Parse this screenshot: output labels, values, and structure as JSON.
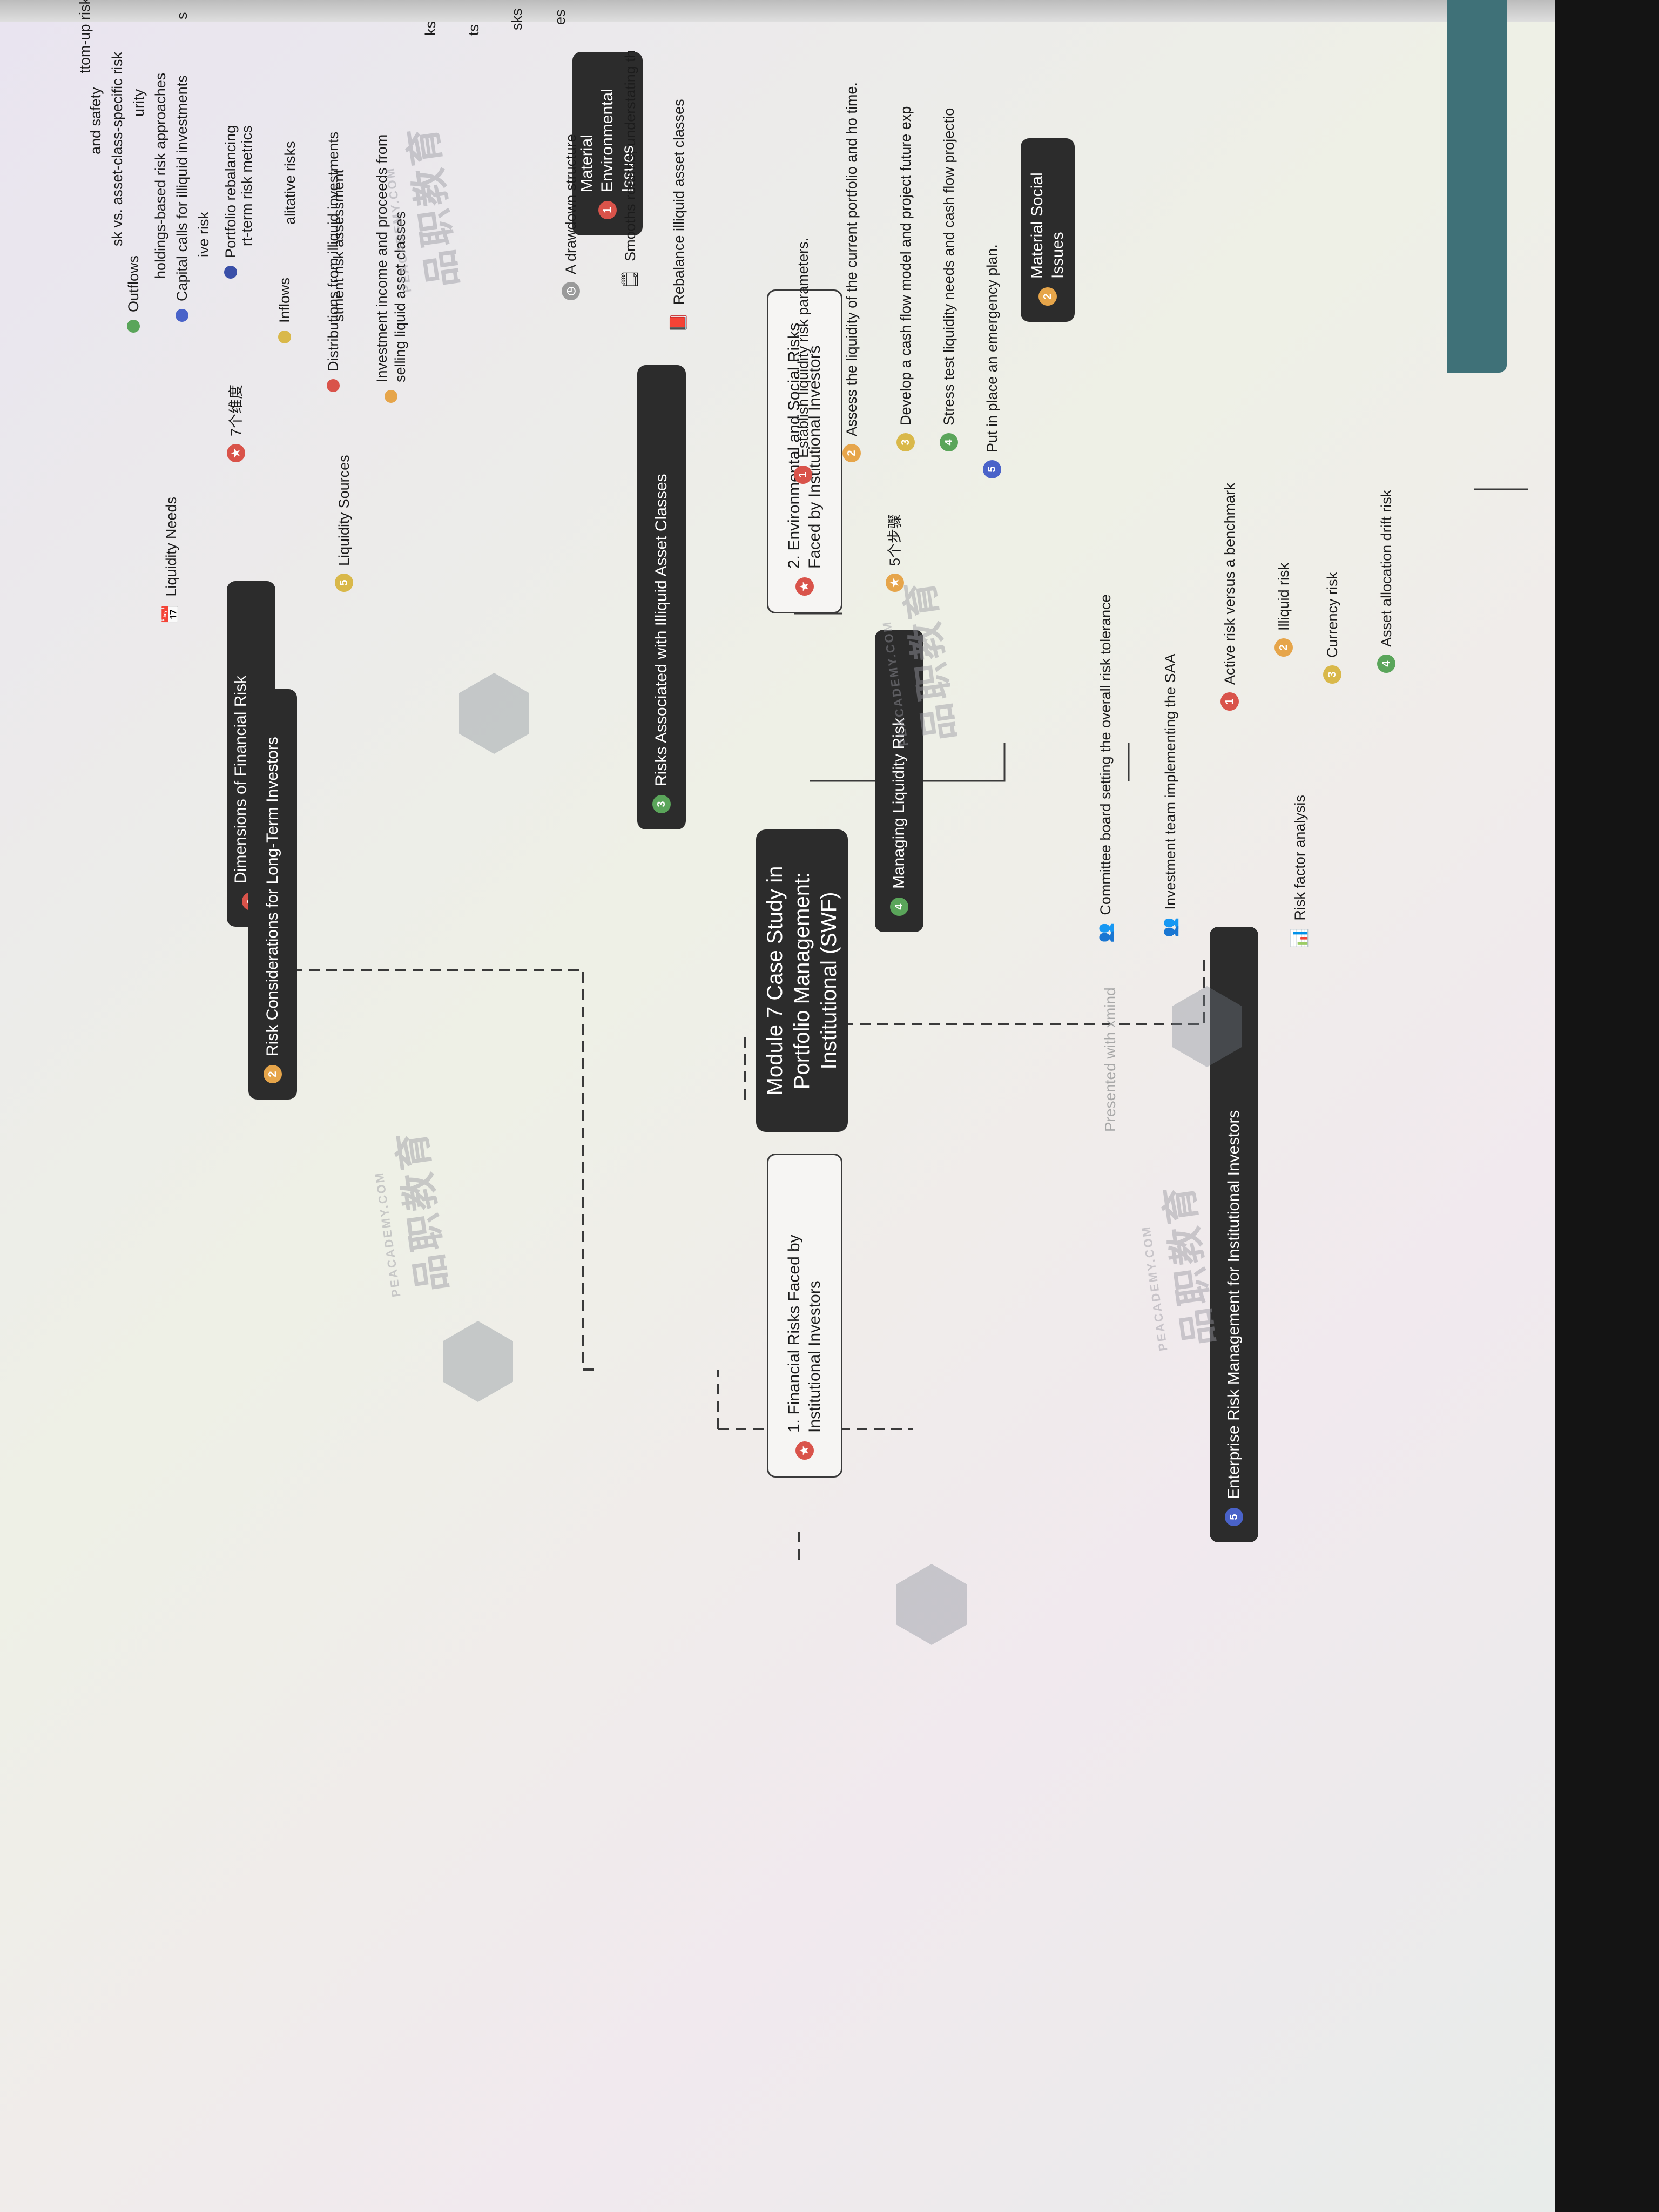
{
  "central": "Module 7 Case Study in Portfolio Management: Institutional (SWF)",
  "left_branch_items": [
    "ttom-up risk analysis",
    "sk vs. asset-class-specific risk",
    "holdings-based risk approaches",
    "ive risk",
    "rt-term risk metrics",
    "alitative risks",
    "stment risk assessment",
    "ks",
    "ts",
    "sks",
    "es",
    "and safety",
    "urity",
    "s"
  ],
  "env_social": {
    "title": "2. Environmental and Social Risks Faced by Institutional Investors",
    "children": [
      {
        "num": "1",
        "label": "Material Environmental Issues"
      },
      {
        "num": "2",
        "label": "Material Social Issues"
      }
    ]
  },
  "financial": {
    "title": "1. Financial Risks Faced by Institutional Investors",
    "dimensions": {
      "num": "1",
      "label": "Dimensions of Financial Risk Management",
      "sub": "7个维度"
    },
    "long_term": {
      "num": "2",
      "label": "Risk Considerations for Long-Term Investors",
      "needs": {
        "label": "Liquidity Needs",
        "outflows": "Outflows",
        "items": [
          "Capital calls for illiquid investments",
          "Portfolio rebalancing"
        ]
      },
      "sources": {
        "num": "5",
        "label": "Liquidity Sources",
        "inflows": "Inflows",
        "items": [
          "Distributions from illiquid investments",
          "Investment income and proceeds from selling liquid asset classes"
        ]
      }
    },
    "illiquid": {
      "num": "3",
      "label": "Risks Associated with Illiquid Asset Classes",
      "items": [
        "A drawdown structure",
        "Smooths returns, understating th",
        "Rebalance illiquid asset classes"
      ]
    },
    "managing": {
      "num": "4",
      "label": "Managing Liquidity Risk",
      "sub": "5个步骤",
      "steps": [
        {
          "num": "1",
          "label": "Establish liquidity risk parameters."
        },
        {
          "num": "2",
          "label": "Assess the liquidity of the current portfolio and ho time."
        },
        {
          "num": "3",
          "label": "Develop a cash flow model and project future exp"
        },
        {
          "num": "4",
          "label": "Stress test liquidity needs and cash flow projectio"
        },
        {
          "num": "5",
          "label": "Put in place an emergency plan."
        }
      ]
    }
  },
  "enterprise": {
    "num": "5",
    "label": "Enterprise Risk Management for Institutional Investors",
    "committee": "Committee board setting the overall risk tolerance",
    "team": "Investment team implementing the SAA",
    "factor": "Risk factor analysis",
    "factor_items": [
      {
        "num": "1",
        "label": "Active risk versus a benchmark"
      },
      {
        "num": "2",
        "label": "Illiquid risk"
      },
      {
        "num": "3",
        "label": "Currency risk"
      },
      {
        "num": "4",
        "label": "Asset allocation drift risk"
      }
    ]
  },
  "watermark": {
    "cn": "品职教育",
    "en": "PEACADEMY.COM"
  },
  "credit": "Presented with xmind",
  "colors": {
    "dark_topic": "#2c2c2c",
    "badge_red": "#d9534a",
    "badge_orange": "#e6a54a",
    "badge_green": "#5aa55a",
    "badge_blue": "#4a63c9"
  }
}
